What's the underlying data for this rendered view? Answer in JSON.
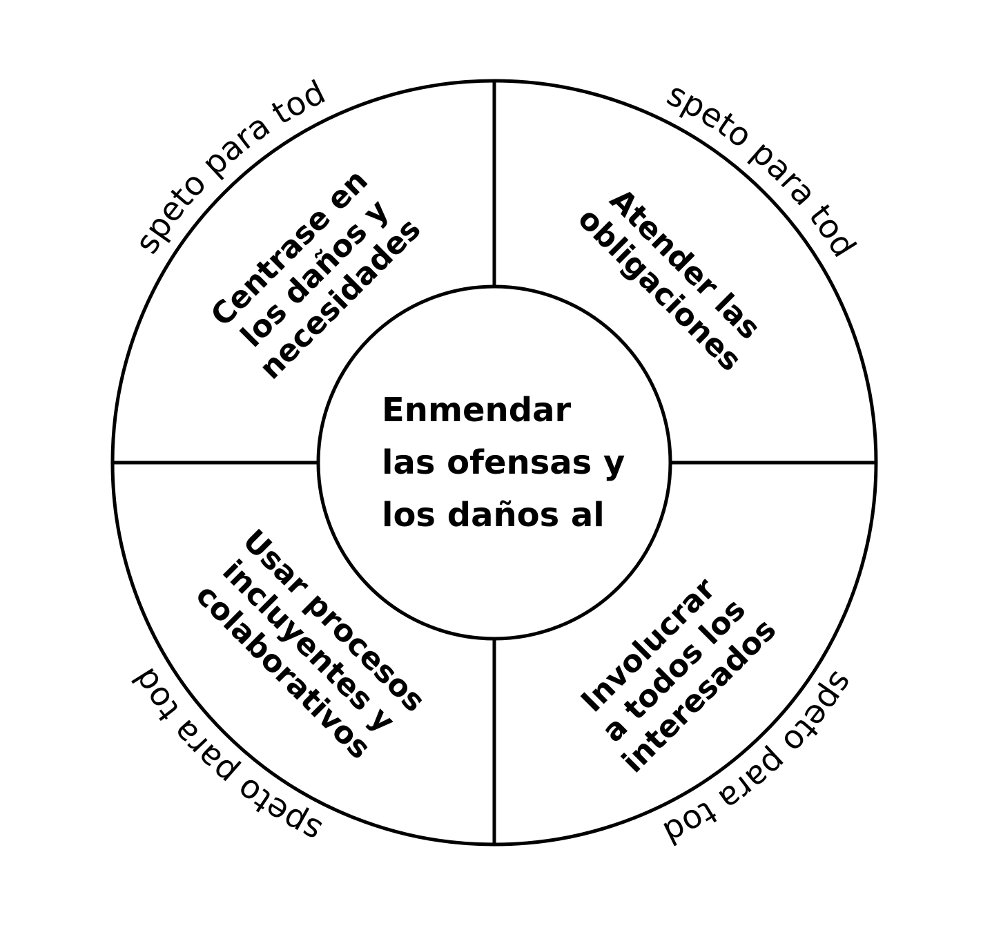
{
  "diagram": {
    "center": {
      "lines": [
        "Enmendar",
        "las ofensas y",
        "los daños al"
      ]
    },
    "quadrants": {
      "top_left": {
        "lines": [
          "Centrase en",
          "los daños y",
          "necesidades"
        ]
      },
      "top_right": {
        "lines": [
          "Atender las",
          "obligaciones"
        ]
      },
      "bottom_left": {
        "lines": [
          "Usar procesos",
          "incluyentes y",
          "colaborativos"
        ]
      },
      "bottom_right": {
        "lines": [
          "Involucrar",
          "a todos los",
          "interesados"
        ]
      }
    },
    "ring_labels": {
      "top_left": "Respeto para todos",
      "top_right": "Respeto para todos",
      "bottom_left": "Respeto para todos",
      "bottom_right": "Respeto para todos"
    },
    "colors": {
      "stroke": "#000000",
      "text": "#000000",
      "background": "#ffffff"
    }
  }
}
